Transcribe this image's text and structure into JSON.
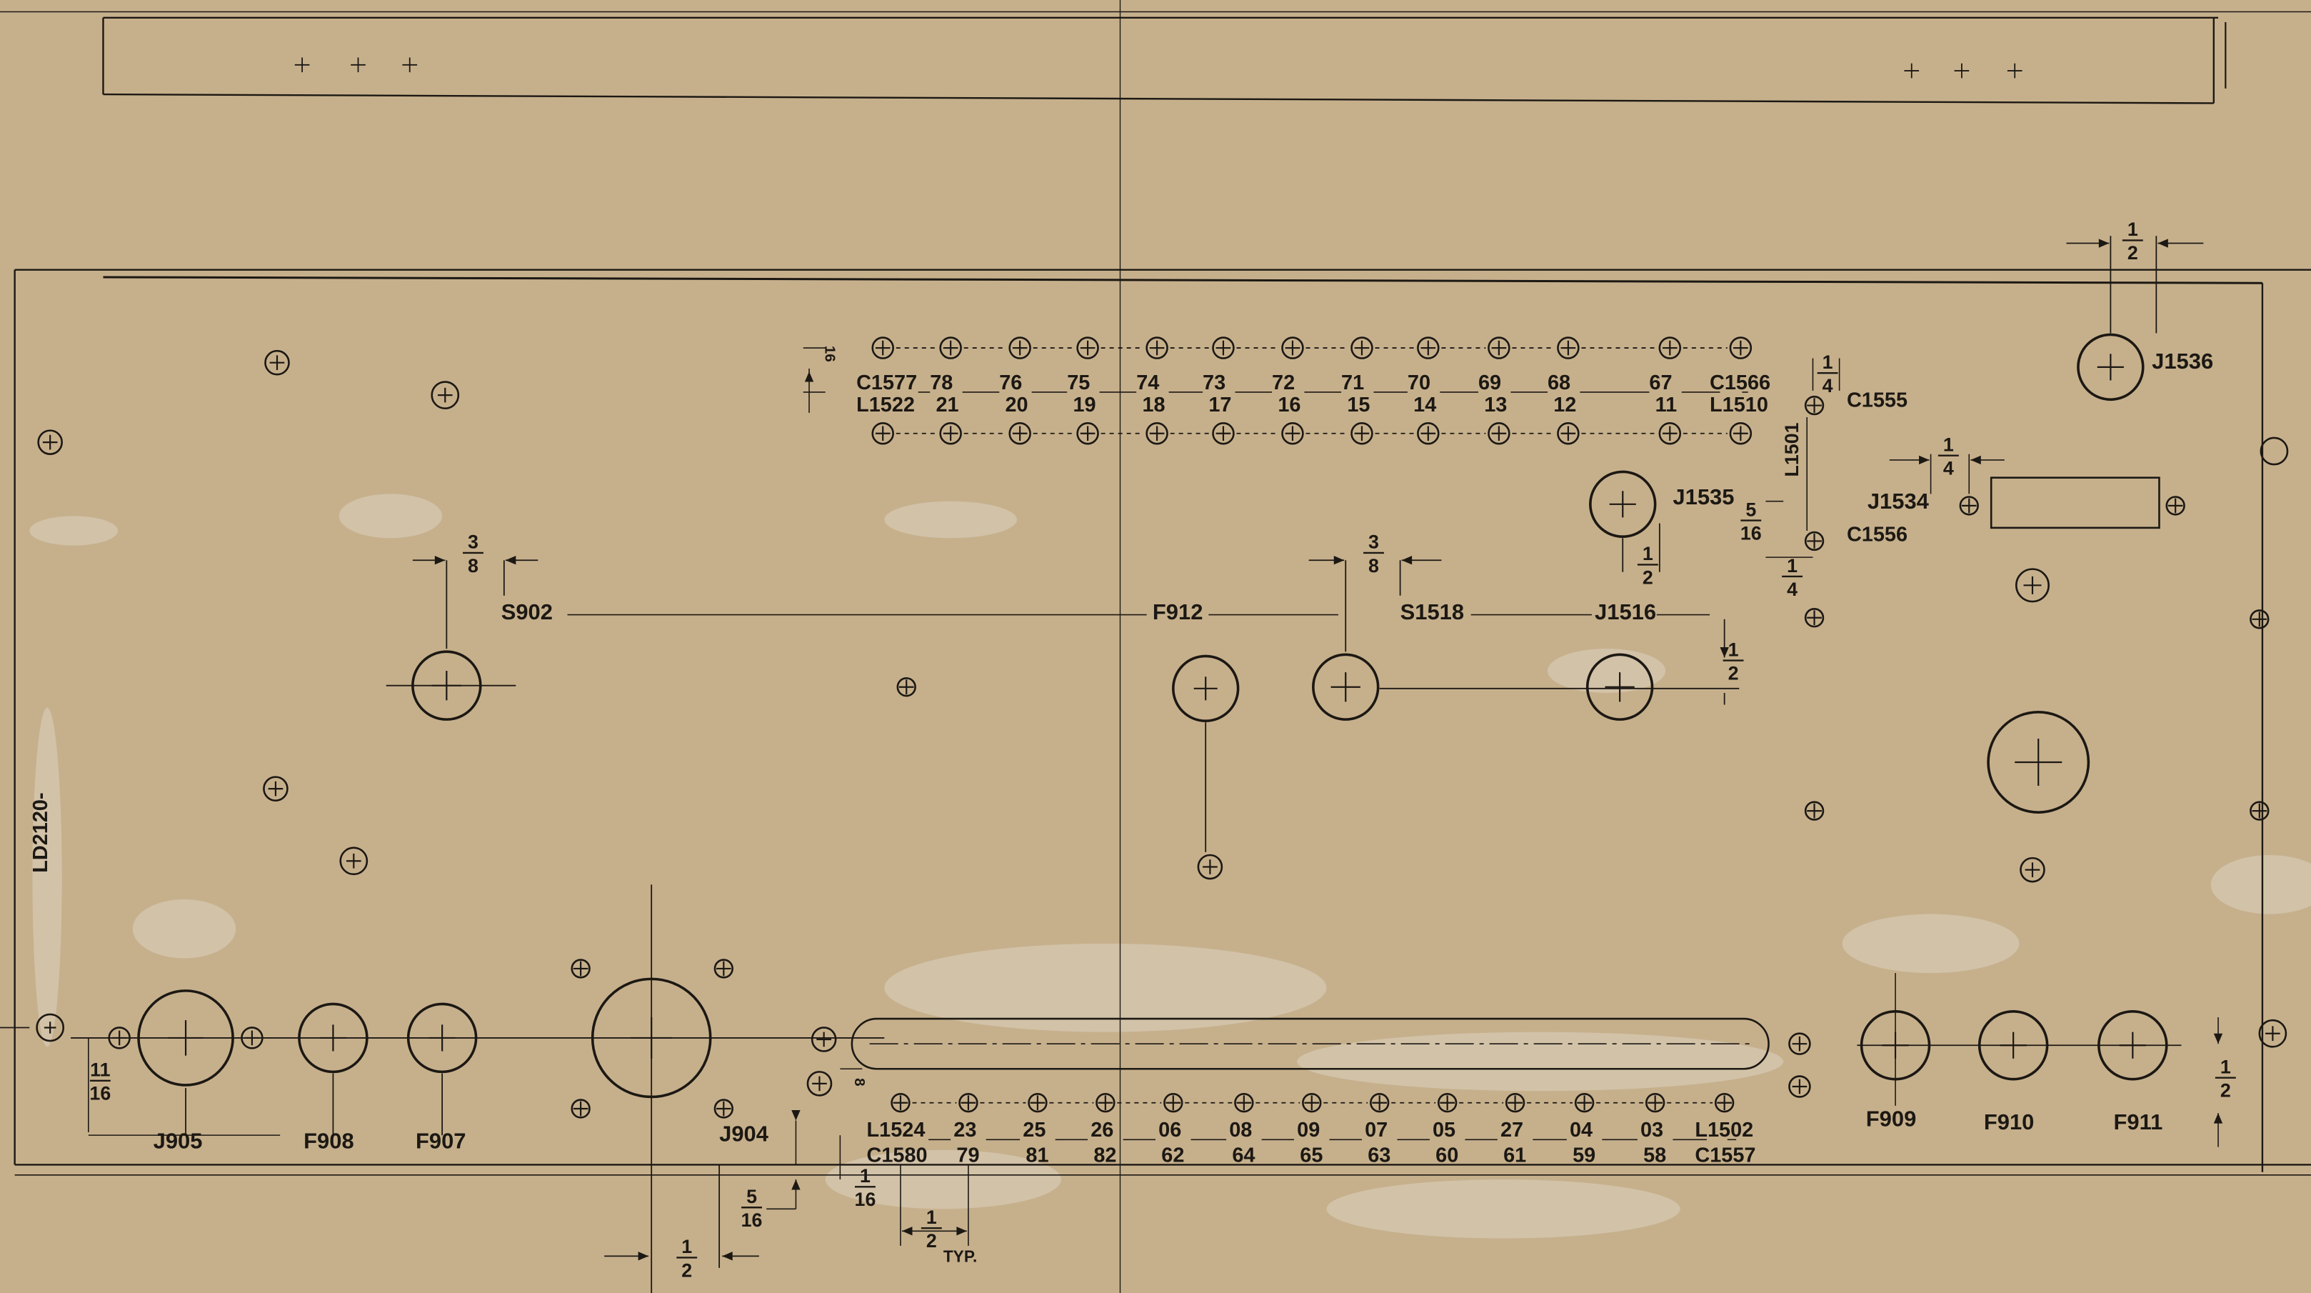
{
  "colors": {
    "paper": "#c6b08c",
    "ink": "#1c1813",
    "faint": "#6e6150",
    "stain": "#ddd4c4"
  },
  "side_label": "LD2120-",
  "top_row_upper": [
    "C1577",
    "78",
    "76",
    "75",
    "74",
    "73",
    "72",
    "71",
    "70",
    "69",
    "68",
    "67",
    "C1566"
  ],
  "top_row_lower": [
    "L1522",
    "21",
    "20",
    "19",
    "18",
    "17",
    "16",
    "15",
    "14",
    "13",
    "12",
    "11",
    "L1510"
  ],
  "bottom_row_upper": [
    "L1524",
    "23",
    "25",
    "26",
    "06",
    "08",
    "09",
    "07",
    "05",
    "27",
    "04",
    "03",
    "L1502"
  ],
  "bottom_row_lower": [
    "C1580",
    "79",
    "81",
    "82",
    "62",
    "64",
    "65",
    "63",
    "60",
    "61",
    "59",
    "58",
    "C1557"
  ],
  "refs": {
    "s902": "S902",
    "f912": "F912",
    "s1518": "S1518",
    "j1516": "J1516",
    "j1535": "J1535",
    "j1534": "J1534",
    "j1536": "J1536",
    "c1555": "C1555",
    "c1556": "C1556",
    "l1501": "L1501",
    "j905": "J905",
    "f908": "F908",
    "f907": "F907",
    "j904": "J904",
    "f909": "F909",
    "f910": "F910",
    "f911": "F911"
  },
  "dims": {
    "num_1": "1",
    "num_3": "3",
    "num_5": "5",
    "num_11": "11",
    "den_2": "2",
    "den_4": "4",
    "den_8": "8",
    "den_16": "16",
    "typ": "TYP."
  }
}
